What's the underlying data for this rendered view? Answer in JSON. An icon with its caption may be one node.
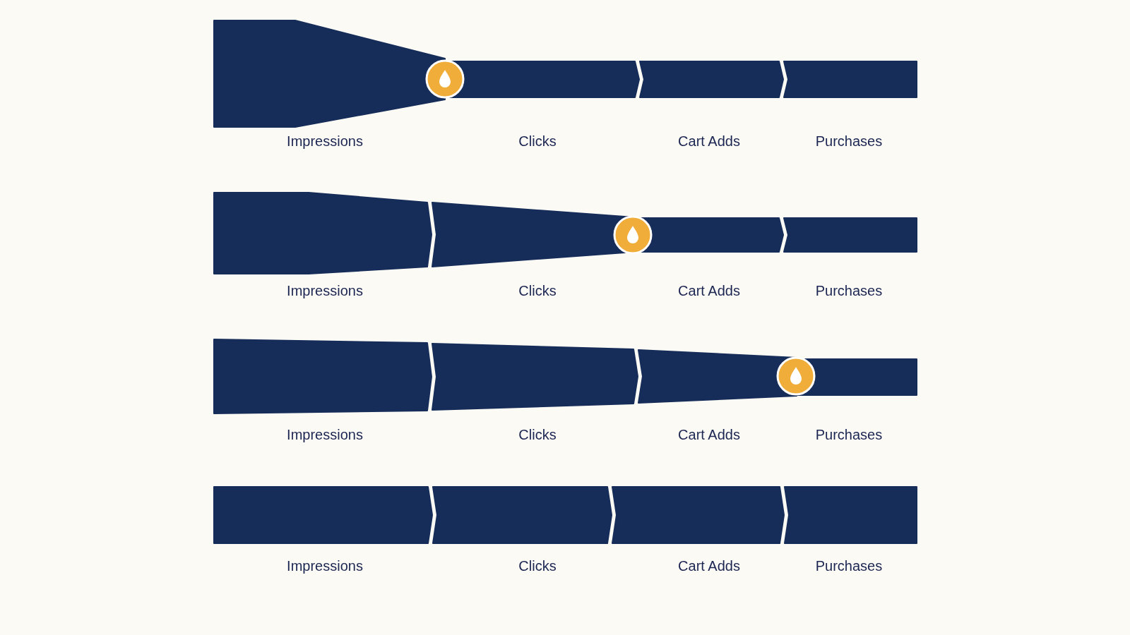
{
  "diagram": {
    "nodes": [
      {
        "text": [
          "Impressions"
        ]
      },
      {
        "text": [
          "Clicks"
        ]
      },
      {
        "text": [
          "Cart Adds"
        ]
      },
      {
        "text": [
          "Purchases"
        ]
      },
      {
        "text": [
          "Impressions"
        ]
      },
      {
        "text": [
          "Clicks"
        ]
      },
      {
        "text": [
          "Cart Adds"
        ]
      },
      {
        "text": [
          "Purchases"
        ]
      },
      {
        "text": [
          "Impressions"
        ]
      },
      {
        "text": [
          "Clicks"
        ]
      },
      {
        "text": [
          "Cart Adds"
        ]
      },
      {
        "text": [
          "Purchases"
        ]
      },
      {
        "text": [
          "Impressions"
        ]
      },
      {
        "text": [
          "Clicks"
        ]
      },
      {
        "text": [
          "Cart Adds"
        ]
      },
      {
        "text": [
          "Purchases"
        ]
      }
    ]
  }
}
